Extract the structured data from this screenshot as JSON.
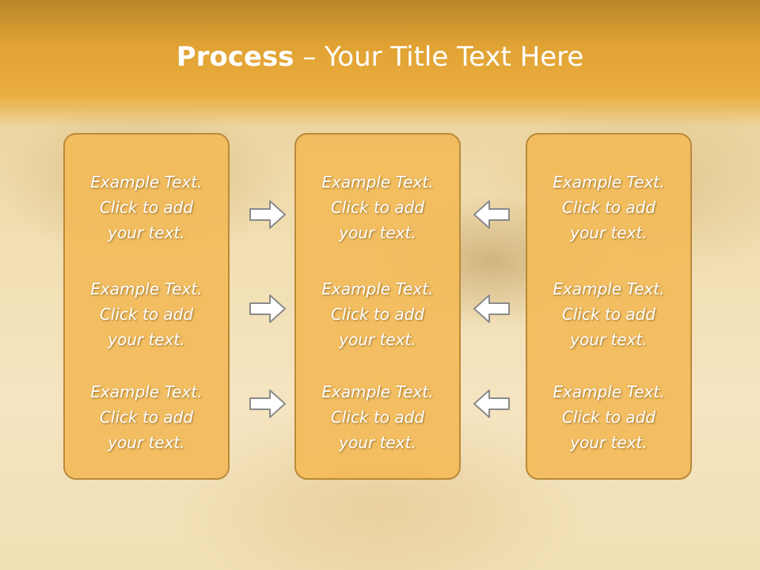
{
  "title": {
    "bold": "Process",
    "rest": " – Your Title Text Here"
  },
  "columns": [
    {
      "items": [
        {
          "line1": "Example Text.",
          "line2": "Click  to add",
          "line3": "your text."
        },
        {
          "line1": "Example Text.",
          "line2": "Click  to add",
          "line3": "your text."
        },
        {
          "line1": "Example Text.",
          "line2": "Click  to add",
          "line3": "your text."
        }
      ]
    },
    {
      "items": [
        {
          "line1": "Example Text.",
          "line2": "Click  to add",
          "line3": "your text."
        },
        {
          "line1": "Example Text.",
          "line2": "Click  to add",
          "line3": "your text."
        },
        {
          "line1": "Example Text.",
          "line2": "Click  to add",
          "line3": "your text."
        }
      ]
    },
    {
      "items": [
        {
          "line1": "Example Text.",
          "line2": "Click  to add",
          "line3": "your text."
        },
        {
          "line1": "Example Text.",
          "line2": "Click  to add",
          "line3": "your text."
        },
        {
          "line1": "Example Text.",
          "line2": "Click  to add",
          "line3": "your text."
        }
      ]
    }
  ],
  "arrows": {
    "left_group": "right-arrow-icon",
    "right_group": "left-arrow-icon"
  },
  "colors": {
    "header": "#e0a233",
    "box_fill": "#f2bb5a",
    "box_border": "#b98a3a",
    "text": "#ffffff"
  }
}
